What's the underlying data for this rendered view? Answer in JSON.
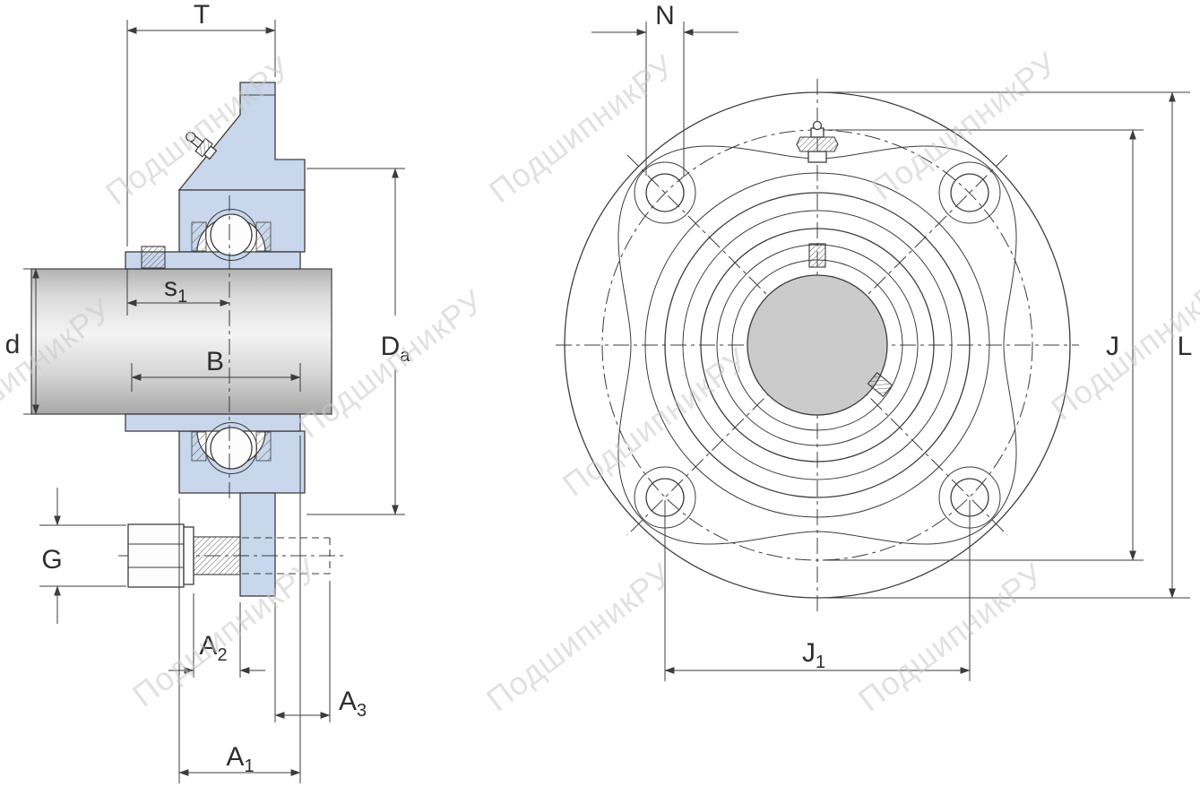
{
  "watermark": {
    "text": "ПодшипникРУ"
  },
  "colors": {
    "housing_blue": "#c9d7ec",
    "outline": "#3c3c3c",
    "shaft_gray": "#d8d8d8",
    "bore_gray": "#cbcbcb",
    "watermark_gray": "#c9c9c9",
    "label_color": "#2e2e2e"
  },
  "left_view": {
    "name": "bearing unit cross-section side view",
    "labels": {
      "T": "T",
      "s1_base": "s",
      "s1_sub": "1",
      "d": "d",
      "B": "B",
      "Da_base": "D",
      "Da_sub": "a",
      "G": "G",
      "A2_base": "A",
      "A2_sub": "2",
      "A3_base": "A",
      "A3_sub": "3",
      "A1_base": "A",
      "A1_sub": "1"
    }
  },
  "right_view": {
    "name": "bearing unit front view with round flange",
    "labels": {
      "N": "N",
      "J": "J",
      "L": "L",
      "J1_base": "J",
      "J1_sub": "1"
    }
  }
}
